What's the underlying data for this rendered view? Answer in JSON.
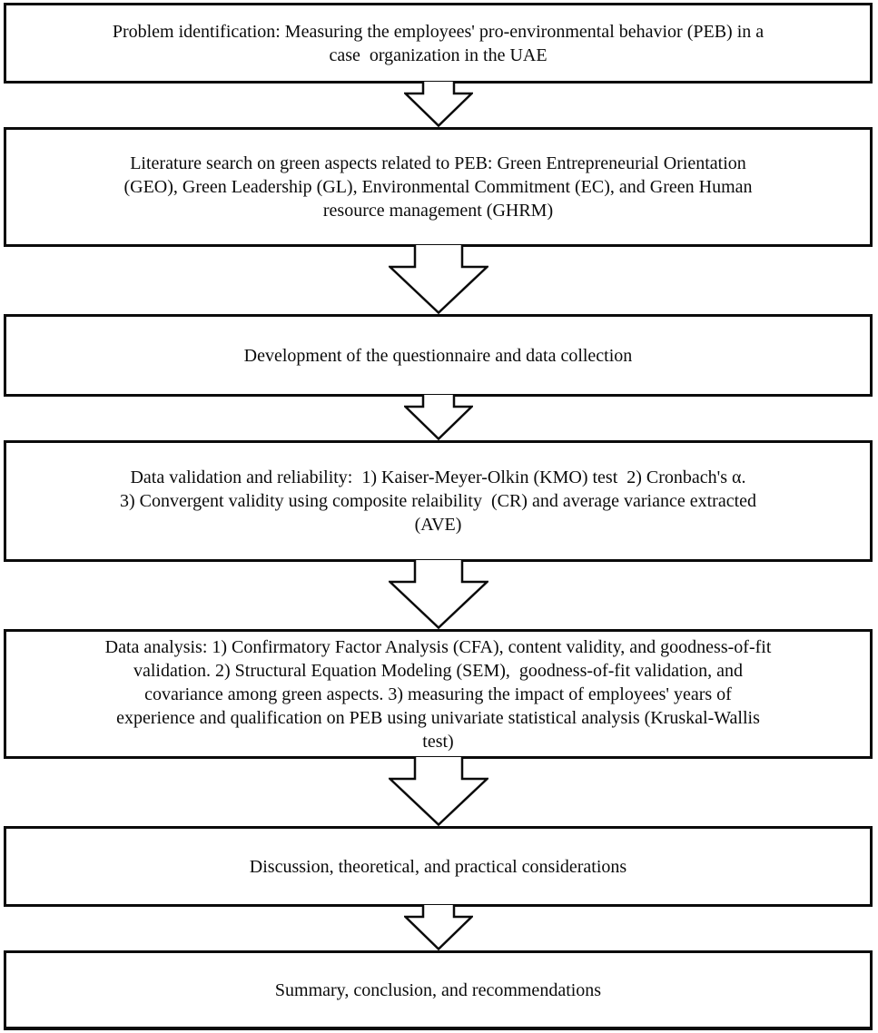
{
  "diagram": {
    "type": "flowchart",
    "direction": "top-down",
    "connector_shape": "hollow-block-down-arrow",
    "colors": {
      "line": "#0b0b0b",
      "fill": "#ffffff",
      "text": "#0b0b0b"
    },
    "boxes": [
      {
        "id": "problem-identification",
        "lines": [
          "Problem identification: Measuring the employees' pro-environmental behavior (PEB) in a",
          "case  organization in the UAE"
        ]
      },
      {
        "id": "literature-search",
        "lines": [
          "Literature search on green aspects related to PEB: Green Entrepreneurial Orientation",
          "(GEO), Green Leadership (GL), Environmental Commitment (EC), and Green Human",
          "resource management (GHRM)"
        ]
      },
      {
        "id": "questionnaire-development",
        "lines": [
          "Development of the questionnaire and data collection"
        ]
      },
      {
        "id": "data-validation",
        "lines": [
          "Data validation and reliability:  1) Kaiser-Meyer-Olkin (KMO) test  2) Cronbach's α.",
          "3) Convergent validity using composite relaibility  (CR) and average variance extracted",
          "(AVE)"
        ]
      },
      {
        "id": "data-analysis",
        "lines": [
          "Data analysis: 1) Confirmatory Factor Analysis (CFA), content validity, and goodness-of-fit",
          "validation. 2) Structural Equation Modeling (SEM),  goodness-of-fit validation, and",
          "covariance among green aspects. 3) measuring the impact of employees' years of",
          "experience and qualification on PEB using univariate statistical analysis (Kruskal-Wallis",
          "test)"
        ]
      },
      {
        "id": "discussion",
        "lines": [
          "Discussion, theoretical, and practical considerations"
        ]
      },
      {
        "id": "summary",
        "lines": [
          "Summary, conclusion, and recommendations"
        ]
      }
    ]
  }
}
